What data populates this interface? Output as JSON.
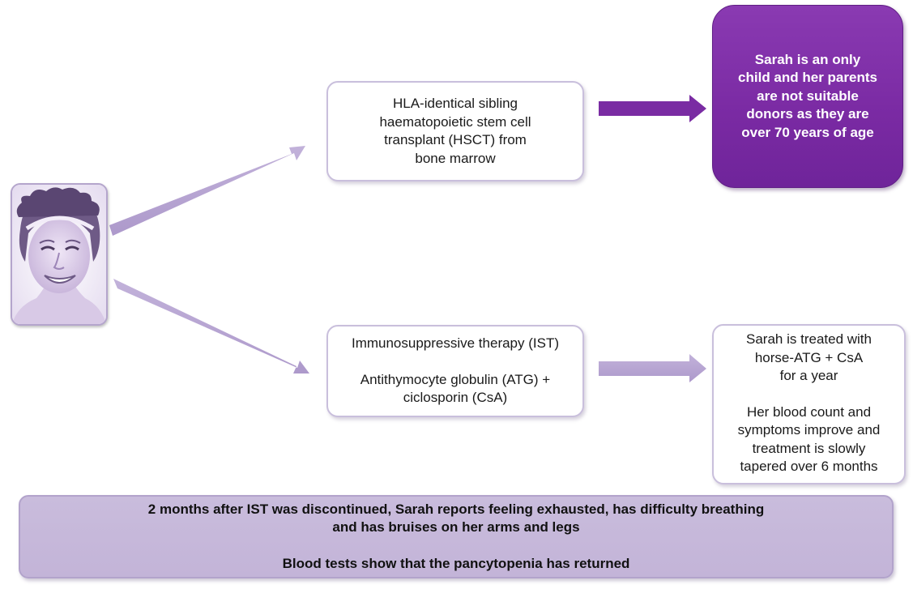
{
  "diagram": {
    "patient_image": "smiling-woman-headband-portrait",
    "hsct_box": {
      "lines": [
        "HLA-identical sibling",
        "haematopoietic stem cell",
        "transplant (HSCT) from",
        "bone marrow"
      ]
    },
    "sarah_only_child_box": {
      "lines": [
        "Sarah is an only",
        "child and her parents",
        "are not suitable",
        "donors as they are",
        "over 70 years of age"
      ]
    },
    "ist_box": {
      "line1": "Immunosuppressive therapy (IST)",
      "line2": "Antithymocyte globulin (ATG) +",
      "line3": "ciclosporin (CsA)"
    },
    "ist_outcome_box": {
      "lines_a": [
        "Sarah is treated with",
        "horse-ATG + CsA",
        "for a year"
      ],
      "lines_b": [
        "Her blood count and",
        "symptoms improve and",
        "treatment is slowly",
        "tapered over 6 months"
      ]
    },
    "bottom_box": {
      "line1": "2 months after IST was discontinued, Sarah reports feeling exhausted, has difficulty breathing",
      "line2": "and has bruises on her arms and legs",
      "line3": "Blood tests show that the pancytopenia has returned"
    },
    "colors": {
      "light_arrow": "#b9a6d3",
      "dark_arrow": "#7a2ca3",
      "purple_box": "#7a2aa3",
      "summary_box": "#c6b8da"
    }
  }
}
